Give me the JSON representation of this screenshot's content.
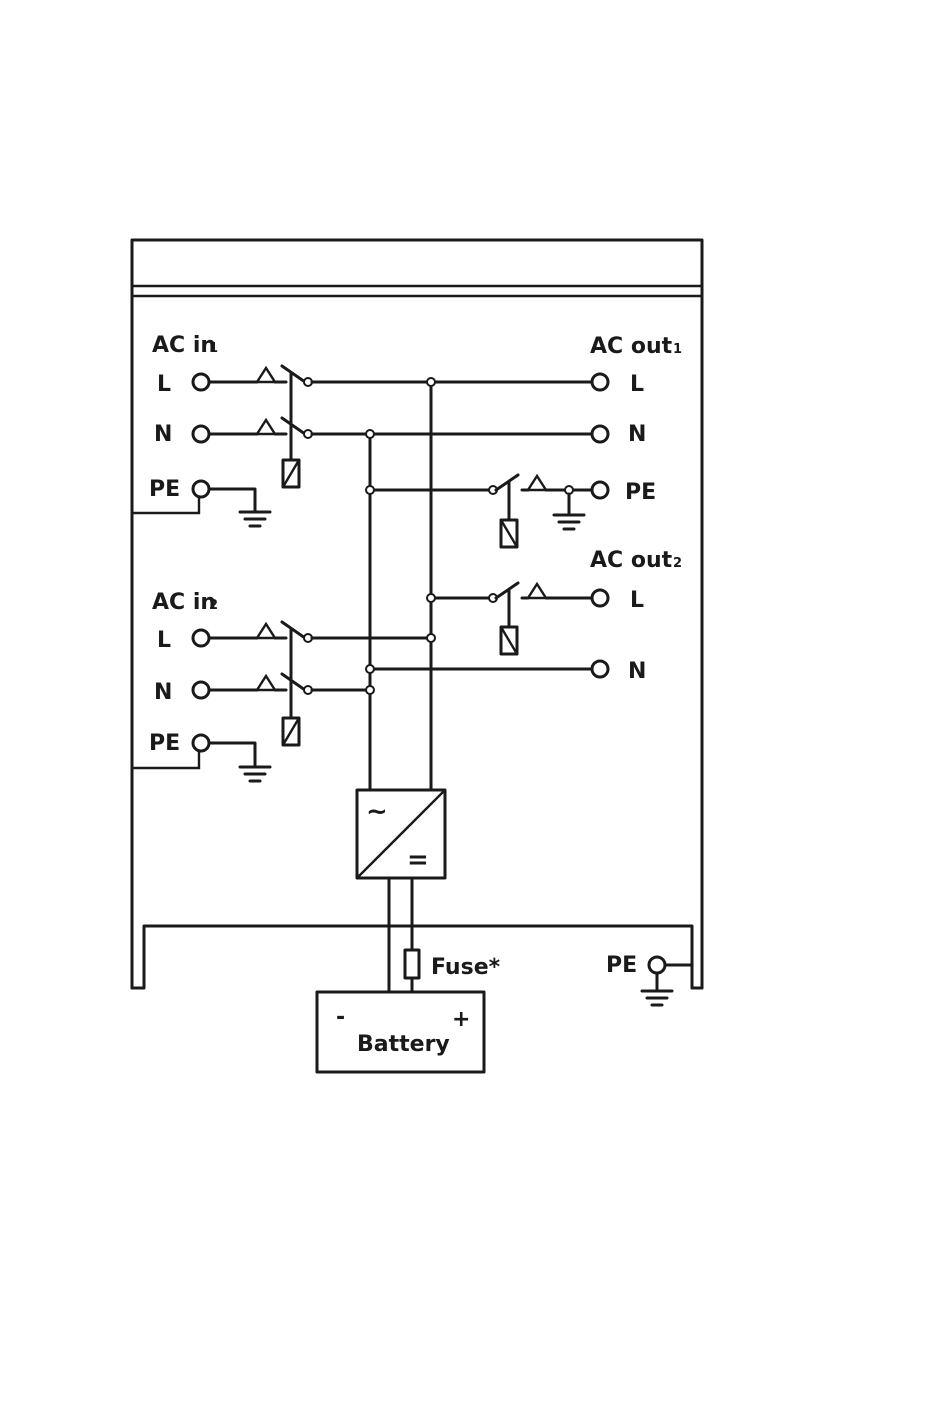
{
  "ac_in_1": {
    "title": "AC in",
    "index": "1",
    "line": "L",
    "neutral": "N",
    "earth": "PE"
  },
  "ac_in_2": {
    "title": "AC in",
    "index": "2",
    "line": "L",
    "neutral": "N",
    "earth": "PE"
  },
  "ac_out_1": {
    "title": "AC out",
    "index": "1",
    "line": "L",
    "neutral": "N",
    "earth": "PE"
  },
  "ac_out_2": {
    "title": "AC out",
    "index": "2",
    "line": "L",
    "neutral": "N"
  },
  "inverter": {
    "ac_symbol": "~",
    "dc_symbol": "="
  },
  "fuse": {
    "label": "Fuse*"
  },
  "battery": {
    "label": "Battery",
    "minus": "-",
    "plus": "+"
  },
  "chassis_earth": {
    "label": "PE"
  }
}
